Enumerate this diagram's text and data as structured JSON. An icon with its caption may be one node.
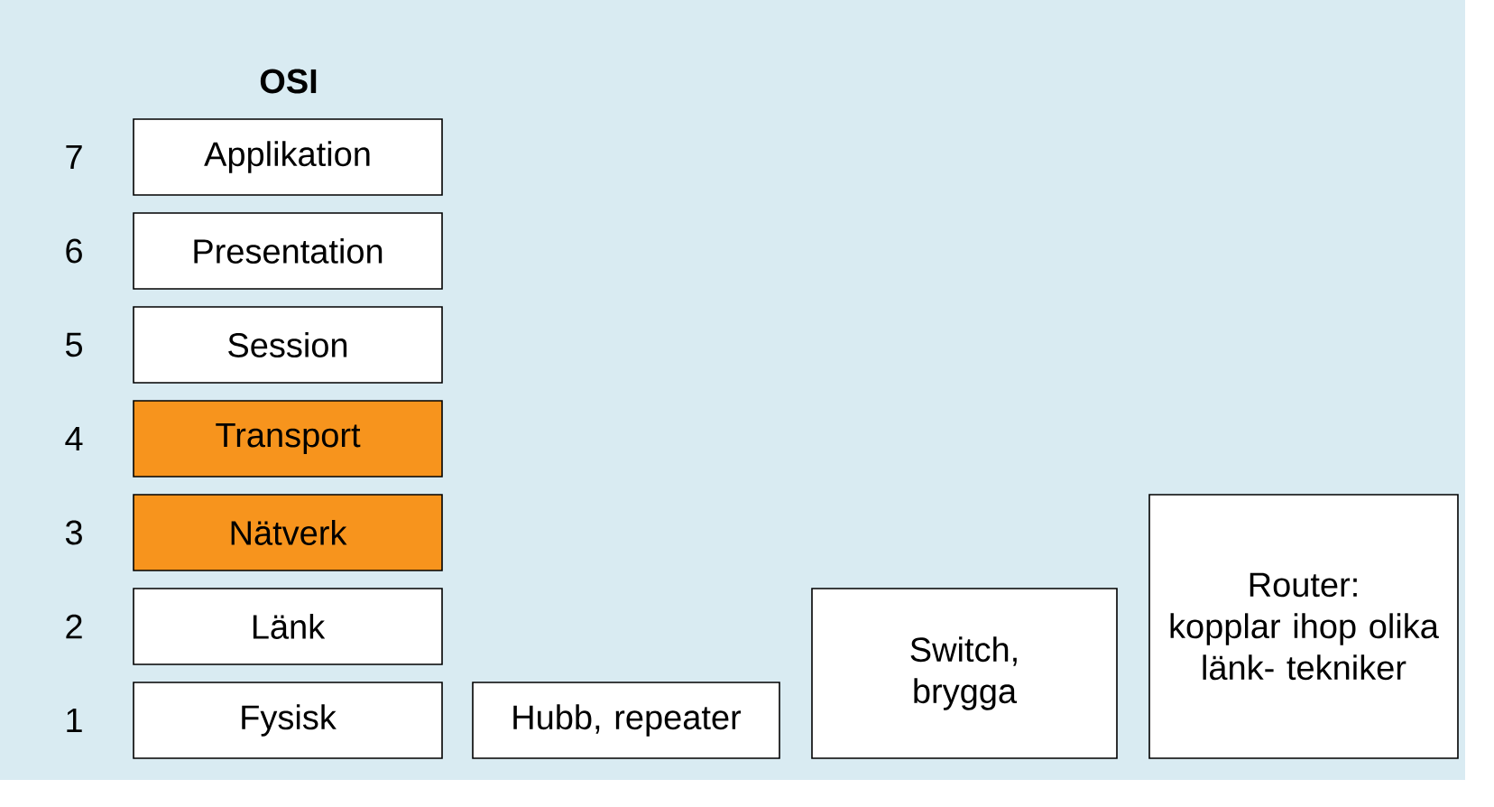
{
  "diagram": {
    "title": "OSI",
    "nodes": [
      {
        "text": [
          "Applikation"
        ]
      },
      {
        "text": [
          "Presentation"
        ]
      },
      {
        "text": [
          "Session"
        ]
      },
      {
        "text": [
          "Transport"
        ]
      },
      {
        "text": [
          "Nätverk"
        ]
      },
      {
        "text": [
          "Länk"
        ]
      },
      {
        "text": [
          "Fysisk"
        ]
      },
      {
        "text": [
          "Hubb, repeater"
        ]
      },
      {
        "text": [
          "Switch, brygga"
        ]
      },
      {
        "text": [
          "Router:",
          "kopplar ihop olika länk- tekniker"
        ]
      }
    ],
    "edges": [],
    "labels": [
      "7",
      "6",
      "5",
      "4",
      "3",
      "2",
      "1"
    ]
  }
}
